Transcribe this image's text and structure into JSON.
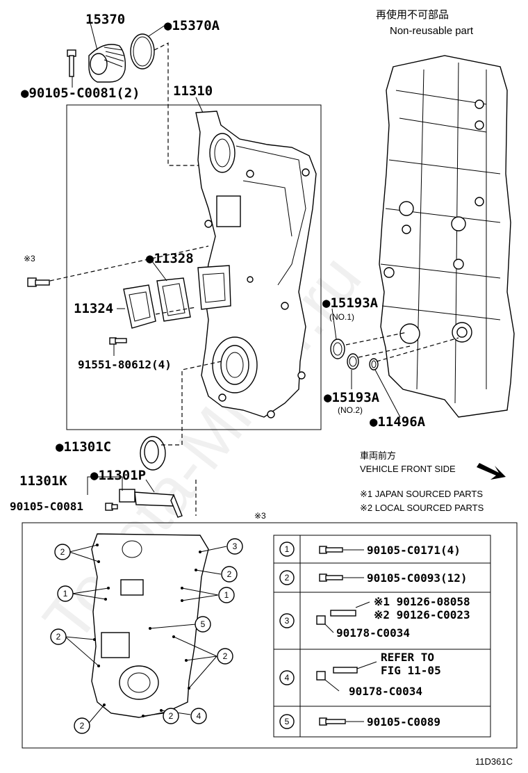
{
  "header": {
    "legend_dot": "●",
    "legend_jp": "再使用不可部品",
    "legend_en": "Non-reusable part"
  },
  "labels": {
    "p15370": "15370",
    "p15370A": "●15370A",
    "p90105_c0081_2": "●90105-C0081(2)",
    "p11310": "11310",
    "p11328": "●11328",
    "star3_left": "※3",
    "p11324": "11324",
    "p91551": "91551-80612(4)",
    "p15193A_1": "●15193A",
    "p15193A_1_sub": "(NO.1)",
    "p15193A_2": "●15193A",
    "p15193A_2_sub": "(NO.2)",
    "p11496A": "●11496A",
    "p11301C": "●11301C",
    "p11301K": "11301K",
    "p11301P": "●11301P",
    "p90105_c0081": "90105-C0081"
  },
  "orientation": {
    "jp": "車両前方",
    "en": "VEHICLE FRONT SIDE"
  },
  "sourcing": {
    "line1": "※1 JAPAN SOURCED PARTS",
    "line2": "※2 LOCAL SOURCED PARTS"
  },
  "inset": {
    "title": "※3",
    "table": [
      {
        "n": "1",
        "lines": [
          "90105-C0171(4)"
        ]
      },
      {
        "n": "2",
        "lines": [
          "90105-C0093(12)"
        ]
      },
      {
        "n": "3",
        "lines": [
          "※1 90126-08058",
          "※2 90126-C0023",
          "90178-C0034"
        ]
      },
      {
        "n": "4",
        "lines": [
          "REFER TO",
          "FIG 11-05",
          "90178-C0034"
        ]
      },
      {
        "n": "5",
        "lines": [
          "90105-C0089"
        ]
      }
    ]
  },
  "figure_id": "11D361C",
  "watermark": "Toyota-Mirror.ru"
}
